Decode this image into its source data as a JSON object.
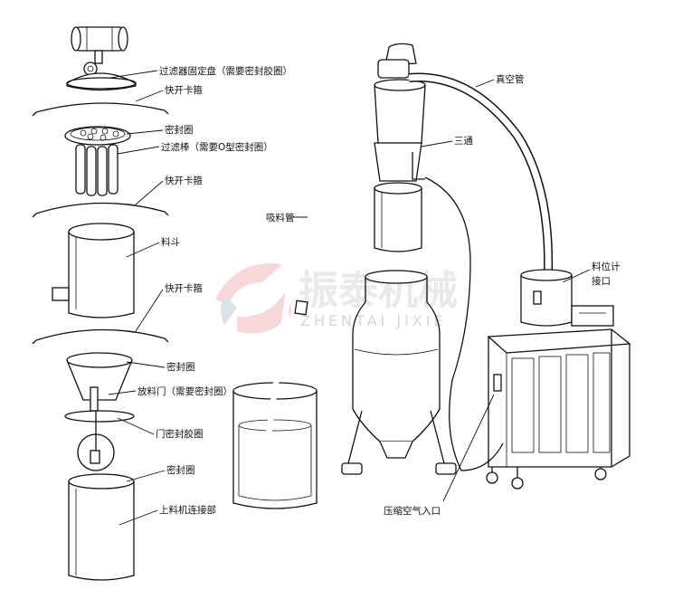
{
  "watermark": {
    "brand_cn": "振泰机械",
    "brand_en": "ZHENTAI JIXIE"
  },
  "labels": {
    "filter_plate": "过滤器固定盘（需要密封胶圈）",
    "quick_clamp_top": "快开卡箍",
    "seal_ring_top": "密封圈",
    "filter_rod": "过滤棒（需要O型密封圈）",
    "quick_clamp_2": "快开卡箍",
    "hopper": "料斗",
    "quick_clamp_3": "快开卡箍",
    "seal_ring_mid": "密封圈",
    "discharge_door": "放料门（需要密封圈）",
    "door_seal": "门密封胶圈",
    "seal_ring_low": "密封圈",
    "loader_connection": "上料机连接部",
    "vacuum_pipe": "真空管",
    "tee": "三通",
    "suction_pipe": "吸料管",
    "level_meter_line1": "料位计",
    "level_meter_line2": "接口",
    "compressed_air_inlet": "压缩空气入口"
  }
}
